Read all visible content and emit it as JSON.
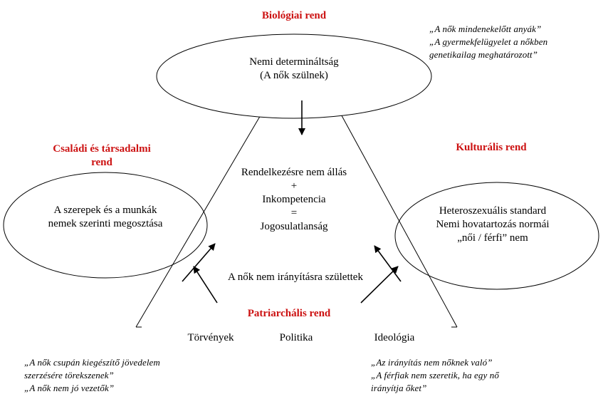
{
  "colors": {
    "heading": "#cc1111",
    "line": "#000000"
  },
  "biological": {
    "heading": "Biológiai rend",
    "ellipse_line1": "Nemi determináltság",
    "ellipse_line2": "(A nők szülnek)",
    "quote1": "„A nők mindenekelőtt anyák”",
    "quote2": "„A gyermekfelügyelet a nőkben",
    "quote3": "genetikailag meghatározott”"
  },
  "family": {
    "heading_line1": "Családi és társadalmi",
    "heading_line2": "rend",
    "ellipse_line1": "A szerepek és a munkák",
    "ellipse_line2": "nemek szerinti megosztása"
  },
  "cultural": {
    "heading": "Kulturális rend",
    "ellipse_line1": "Heteroszexuális standard",
    "ellipse_line2": "Nemi hovatartozás normái",
    "ellipse_line3": "„női / férfi” nem"
  },
  "center": {
    "line1": "Rendelkezésre nem állás",
    "line2": "+",
    "line3": "Inkompetencia",
    "line4": "=",
    "line5": "Jogosulatlanság",
    "statement": "A nők nem irányításra születtek"
  },
  "patriarchal": {
    "heading": "Patriarchális rend",
    "item1": "Törvények",
    "item2": "Politika",
    "item3": "Ideológia"
  },
  "bottom_left_quotes": {
    "line1": "„A nők csupán kiegészítő jövedelem",
    "line2": "szerzésére törekszenek”",
    "line3": "„A nők nem jó vezetők”"
  },
  "bottom_right_quotes": {
    "line1": "„Az irányítás nem nőknek való”",
    "line2": "„A férfiak nem szeretik, ha egy nő",
    "line3": "irányítja őket”"
  }
}
